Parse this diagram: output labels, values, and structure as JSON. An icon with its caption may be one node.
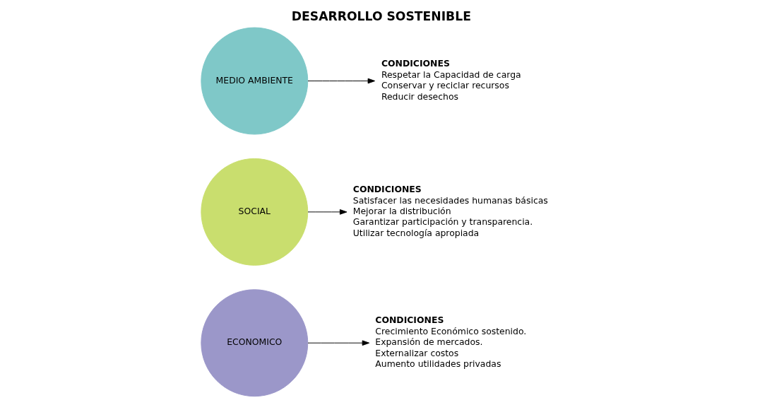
{
  "diagram": {
    "title": "DESARROLLO SOSTENIBLE",
    "nodes": [
      {
        "text": [
          "ECONOMICO"
        ]
      },
      {
        "text": [
          "CONDICIONES",
          "Crecimiento Económico sostenido.",
          "Expansión de mercados.",
          "Externalizar costos",
          "Aumento utilidades privadas"
        ]
      },
      {
        "text": [
          "SOCIAL"
        ]
      },
      {
        "text": [
          "CONDICIONES",
          "Satisfacer las necesidades humanas básicas",
          "Mejorar la distribución",
          "Garantizar participación y transparencia.",
          "Utilizar tecnología apropiada"
        ]
      },
      {
        "text": [
          "MEDIO AMBIENTE"
        ]
      },
      {
        "text": [
          "CONDICIONES",
          "Respetar la Capacidad de carga",
          "Conservar y reciclar recursos",
          "Reducir desechos"
        ]
      }
    ],
    "edges": [
      {
        "from": 0,
        "to": 1,
        "arrow": "to"
      },
      {
        "from": 2,
        "to": 3,
        "arrow": "to"
      },
      {
        "from": 4,
        "to": 5,
        "arrow": "to"
      }
    ]
  }
}
